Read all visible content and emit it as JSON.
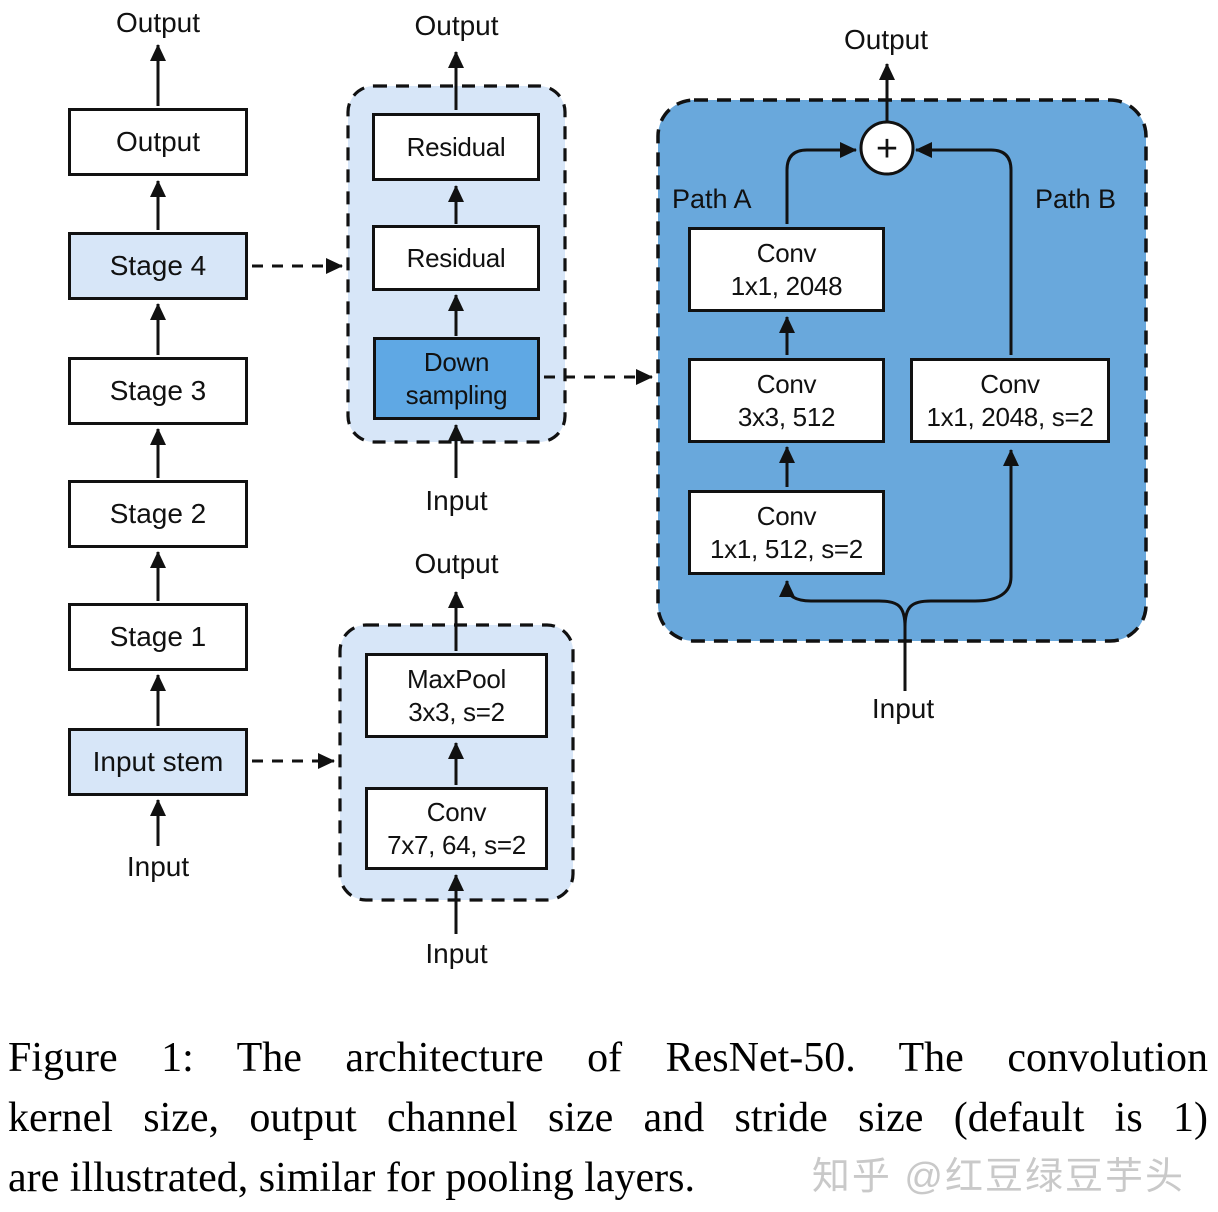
{
  "colors": {
    "panel_blue": "#69A8DC",
    "light_blue": "#D7E6F8",
    "downsampling_blue": "#5FA8E4",
    "line_black": "#111111",
    "watermark_gray": "#C9C9C9"
  },
  "overview": {
    "output_label": "Output",
    "input_label": "Input",
    "stages": [
      {
        "label": "Output"
      },
      {
        "label": "Stage 4"
      },
      {
        "label": "Stage 3"
      },
      {
        "label": "Stage 2"
      },
      {
        "label": "Stage 1"
      },
      {
        "label": "Input stem"
      }
    ]
  },
  "stage_detail": {
    "output_label": "Output",
    "input_label": "Input",
    "residual_top": "Residual",
    "residual_bottom": "Residual",
    "downsampling": {
      "line1": "Down",
      "line2": "sampling"
    }
  },
  "stem_detail": {
    "output_label": "Output",
    "input_label": "Input",
    "maxpool": {
      "line1": "MaxPool",
      "line2": "3x3, s=2"
    },
    "conv": {
      "line1": "Conv",
      "line2": "7x7, 64, s=2"
    }
  },
  "bottleneck_detail": {
    "output_label": "Output",
    "input_label": "Input",
    "plus_symbol": "+",
    "path_a_label": "Path A",
    "path_b_label": "Path B",
    "path_a_blocks": [
      {
        "line1": "Conv",
        "line2": "1x1, 2048"
      },
      {
        "line1": "Conv",
        "line2": "3x3, 512"
      },
      {
        "line1": "Conv",
        "line2": "1x1, 512, s=2"
      }
    ],
    "path_b_block": {
      "line1": "Conv",
      "line2": "1x1, 2048, s=2"
    }
  },
  "caption": {
    "line1": "Figure 1: The architecture of ResNet-50. The convolution",
    "line2": "kernel size, output channel size and stride size (default is 1)",
    "line3": "are illustrated, similar for pooling layers."
  },
  "watermark": "知乎 @红豆绿豆芋头"
}
